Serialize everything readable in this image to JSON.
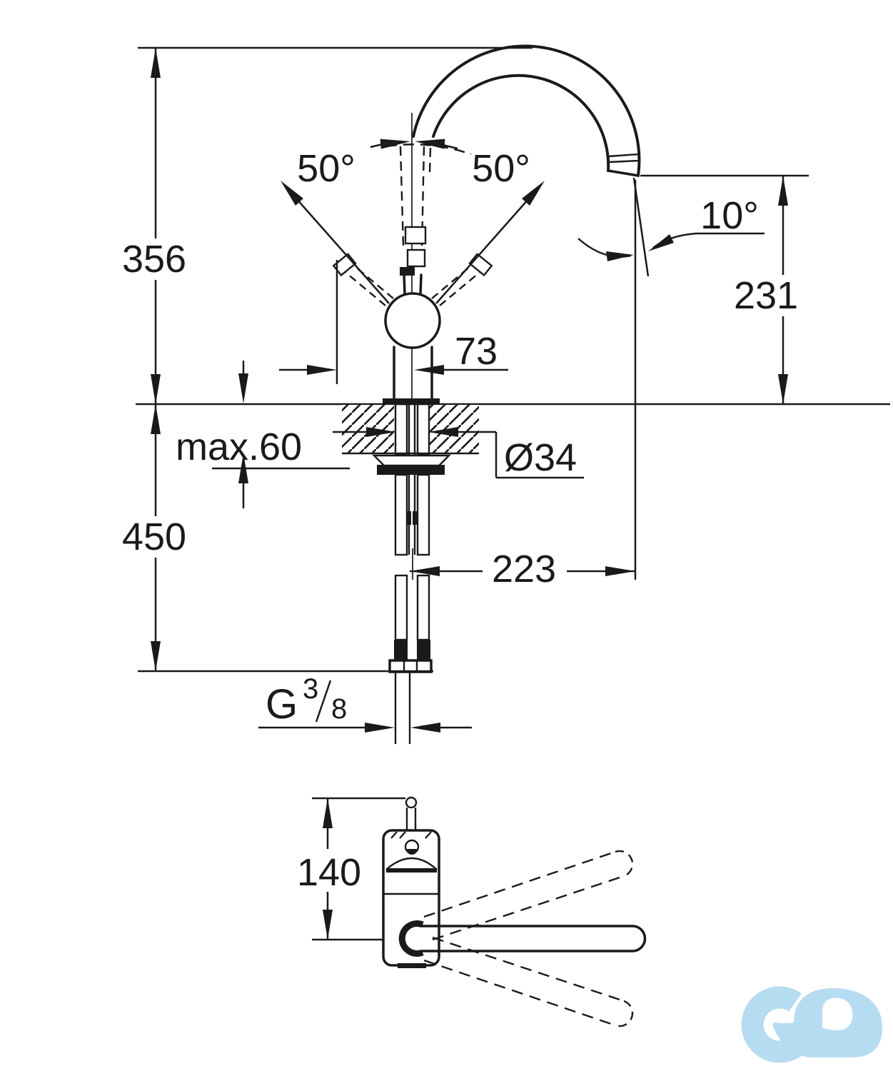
{
  "drawing": {
    "type": "faucet-installation-dimension-drawing",
    "views": [
      "side-view",
      "top-view"
    ],
    "labels": {
      "total_height": "356",
      "swing_left": "50°",
      "swing_right": "50°",
      "spout_tilt": "10°",
      "outlet_height": "231",
      "handle_clearance": "73",
      "max_counter_thickness": "max.60",
      "hole_diameter": "Ø34",
      "hose_drop": "450",
      "spout_reach": "223",
      "thread_letter": "G",
      "thread_numerator": "3",
      "thread_denominator": "8",
      "base_length": "140"
    },
    "colors": {
      "line": "#1a1a1a",
      "logo": "#b6dcf1",
      "background": "#ffffff"
    }
  }
}
